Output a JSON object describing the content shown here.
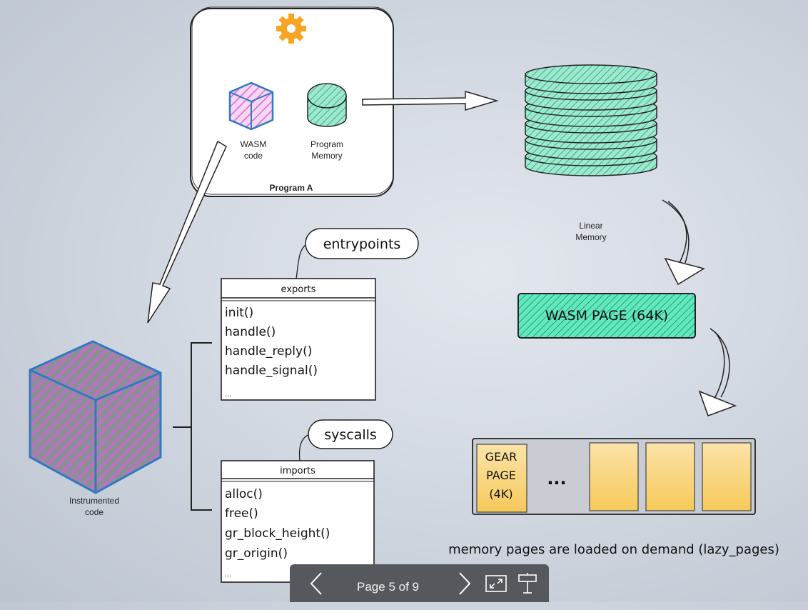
{
  "program": {
    "wasm_label_line1": "WASM",
    "wasm_label_line2": "code",
    "memory_label_line1": "Program",
    "memory_label_line2": "Memory",
    "title": "Program A"
  },
  "linear_memory": {
    "line1": "Linear",
    "line2": "Memory"
  },
  "wasm_page": "WASM PAGE (64K)",
  "gear_pages": {
    "first_line1": "GEAR",
    "first_line2": "PAGE",
    "first_line3": "(4K)",
    "ellipsis": "...",
    "caption": "memory pages are loaded on demand (lazy_pages)"
  },
  "instrumented": {
    "line1": "Instrumented",
    "line2": "code"
  },
  "exports": {
    "callout": "entrypoints",
    "header": "exports",
    "items": [
      "init()",
      "handle()",
      "handle_reply()",
      "handle_signal()",
      "..."
    ]
  },
  "imports": {
    "callout": "syscalls",
    "header": "imports",
    "items": [
      "alloc()",
      "free()",
      "gr_block_height()",
      "gr_origin()",
      "..."
    ]
  },
  "toolbar": {
    "page_text": "Page 5 of 9",
    "prev_icon": "chevron-left-icon",
    "next_icon": "chevron-right-icon",
    "exit_fullscreen_icon": "exit-fullscreen-icon",
    "presenter_icon": "presentation-icon"
  },
  "colors": {
    "wasm_fill": "#f3a5ee",
    "wasm_stroke": "#2f7bc2",
    "memory_fill": "#7fe0bf",
    "wasm_page_fill": "#40e0b0",
    "gear_page_fill": "#fbd97a"
  }
}
